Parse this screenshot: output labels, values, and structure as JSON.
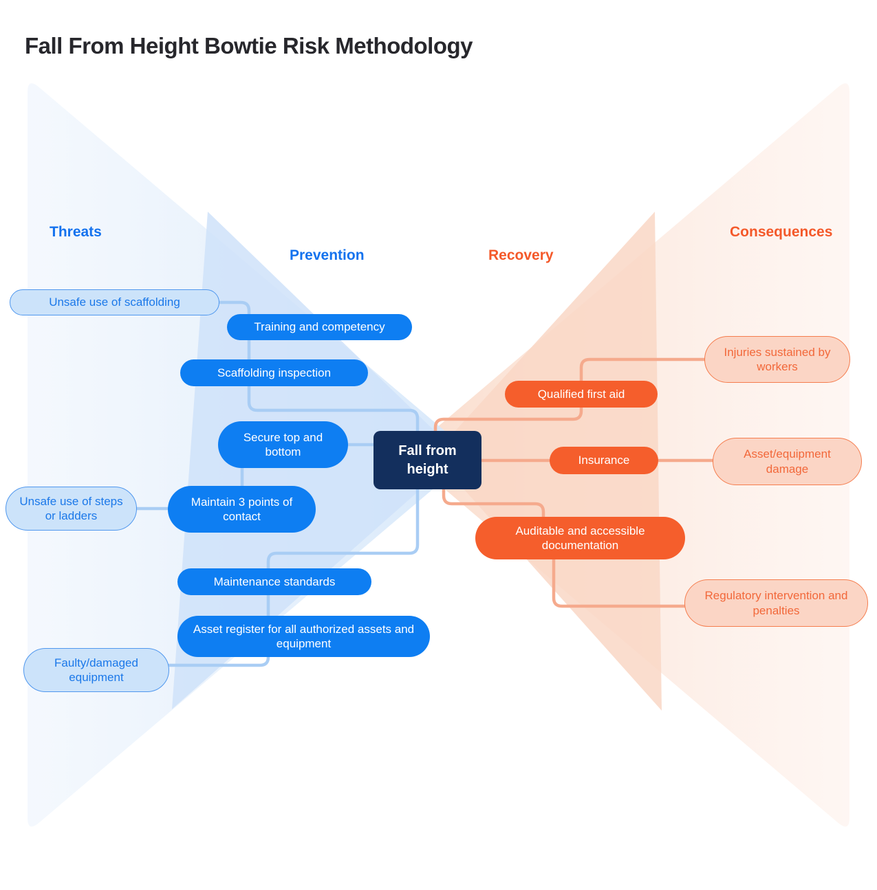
{
  "title": "Fall From Height Bowtie Risk Methodology",
  "columns": {
    "threats": "Threats",
    "prevention": "Prevention",
    "recovery": "Recovery",
    "consequences": "Consequences"
  },
  "center_event": {
    "label": "Fall from height"
  },
  "threats": [
    "Unsafe use of scaffolding",
    "Unsafe use of steps or ladders",
    "Faulty/damaged equipment"
  ],
  "prevention_barriers": [
    "Training and competency",
    "Scaffolding inspection",
    "Secure top and bottom",
    "Maintain 3 points of contact",
    "Maintenance standards",
    "Asset register for all authorized assets and equipment"
  ],
  "recovery_barriers": [
    "Qualified first aid",
    "Insurance",
    "Auditable and accessible documentation"
  ],
  "consequences": [
    "Injuries sustained by workers",
    "Asset/equipment damage",
    "Regulatory intervention and penalties"
  ],
  "colors": {
    "title_text": "#27272c",
    "blue_header": "#1472ee",
    "orange_header": "#f4592a",
    "prevention_pill": "#0e7ef2",
    "recovery_pill": "#f55e2c",
    "threat_pill_fill": "#cce3fa",
    "threat_pill_border": "#4f97ee",
    "threat_pill_text": "#1b78e9",
    "consequence_pill_fill": "#fbd5c5",
    "consequence_pill_border": "#f57c4d",
    "consequence_pill_text": "#f2683a",
    "event_node": "#132f5d",
    "blue_connector": "#a9cdf4",
    "orange_connector": "#f5aa8d"
  }
}
